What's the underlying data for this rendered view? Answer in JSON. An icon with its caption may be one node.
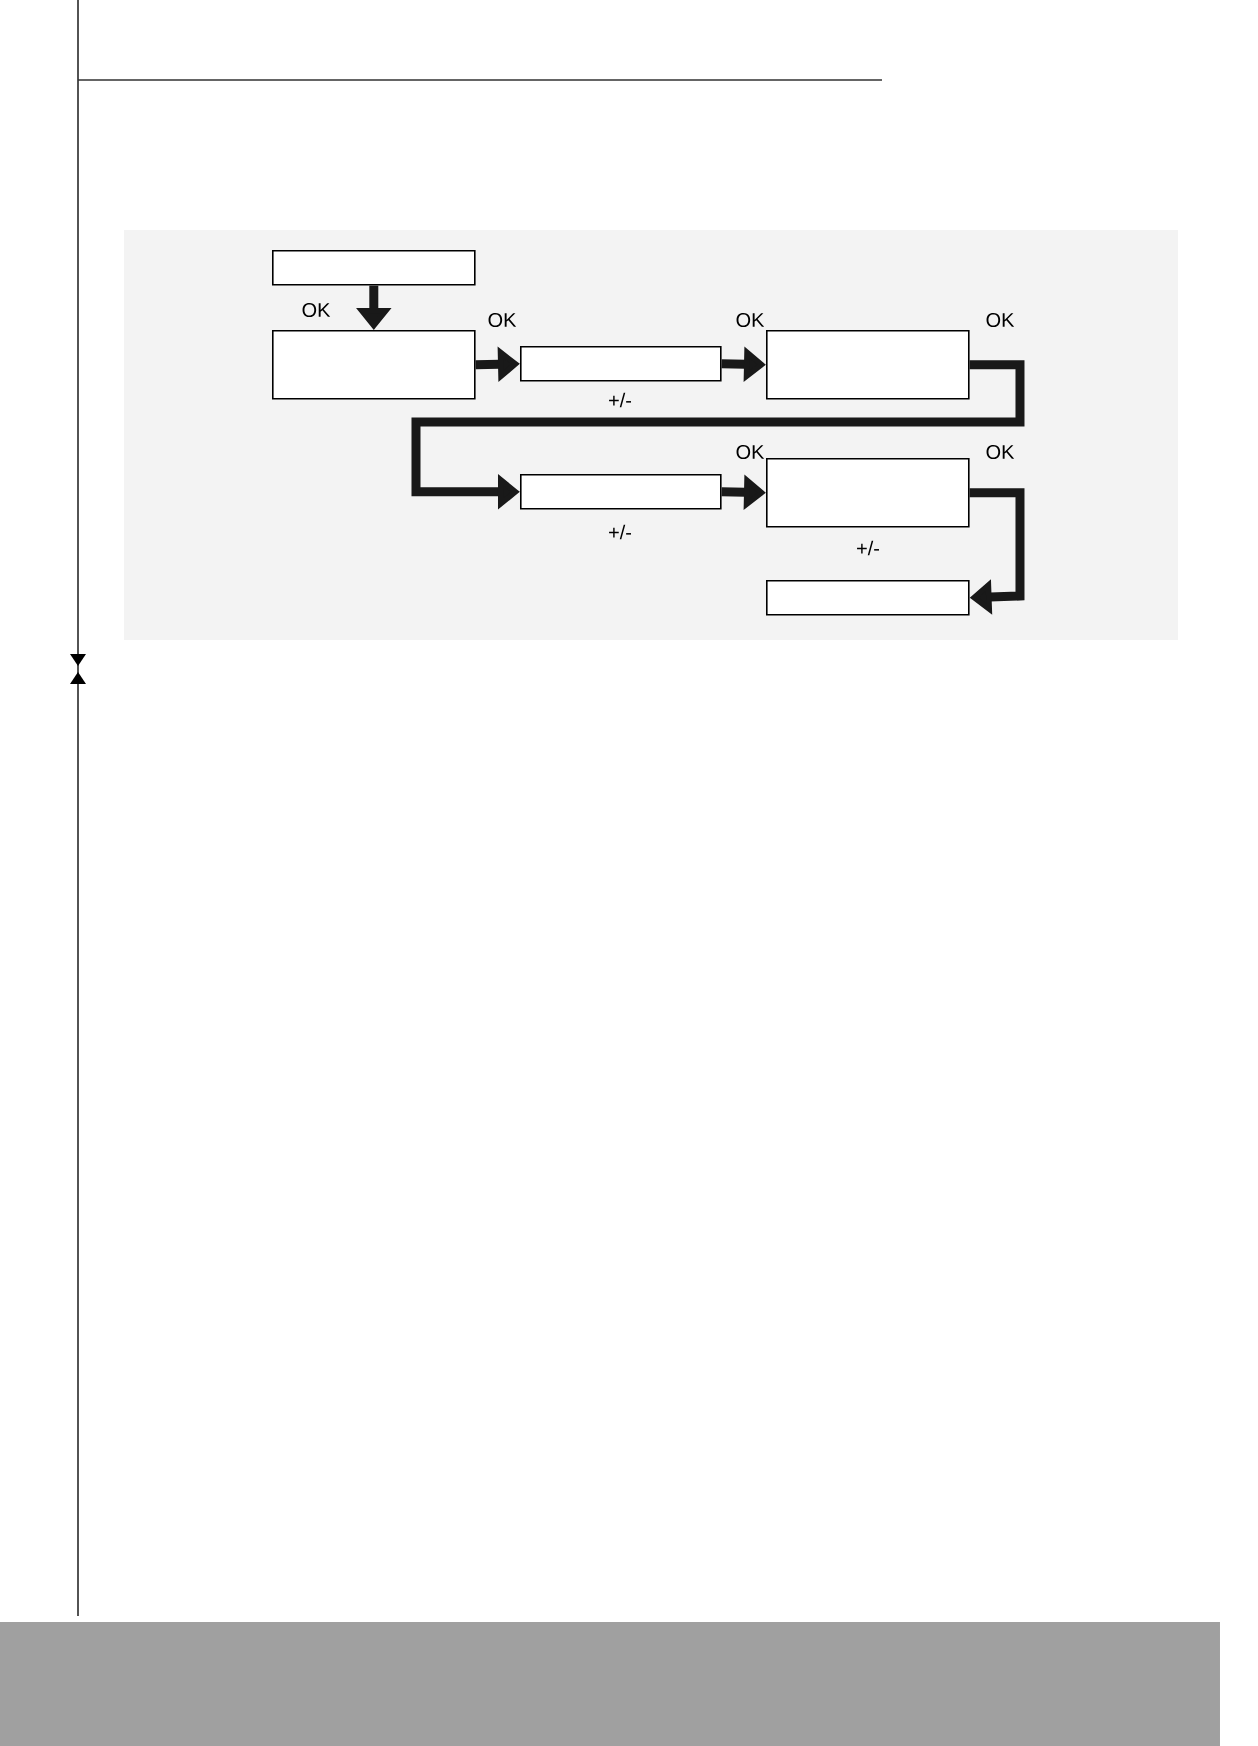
{
  "diagram": {
    "nodes": [
      {
        "text": [],
        "shape": "box"
      },
      {
        "text": [],
        "shape": "box"
      },
      {
        "text": [],
        "shape": "box"
      },
      {
        "text": [],
        "shape": "box"
      },
      {
        "text": [],
        "shape": "box"
      },
      {
        "text": [],
        "shape": "box"
      },
      {
        "text": [],
        "shape": "box"
      }
    ],
    "edges": [
      {
        "from": 0,
        "to": 1,
        "arrow": "to",
        "label": "OK"
      },
      {
        "from": 1,
        "to": 2,
        "arrow": "to",
        "label": "OK"
      },
      {
        "from": 2,
        "to": 3,
        "arrow": "to",
        "label": "OK"
      },
      {
        "from": 3,
        "to": 4,
        "arrow": "to",
        "label": "OK"
      },
      {
        "from": 4,
        "to": 5,
        "arrow": "to",
        "label": "OK"
      },
      {
        "from": 5,
        "to": 6,
        "arrow": "to",
        "label": "OK"
      }
    ],
    "labels": [
      "+/-",
      "+/-",
      "+/-"
    ]
  }
}
